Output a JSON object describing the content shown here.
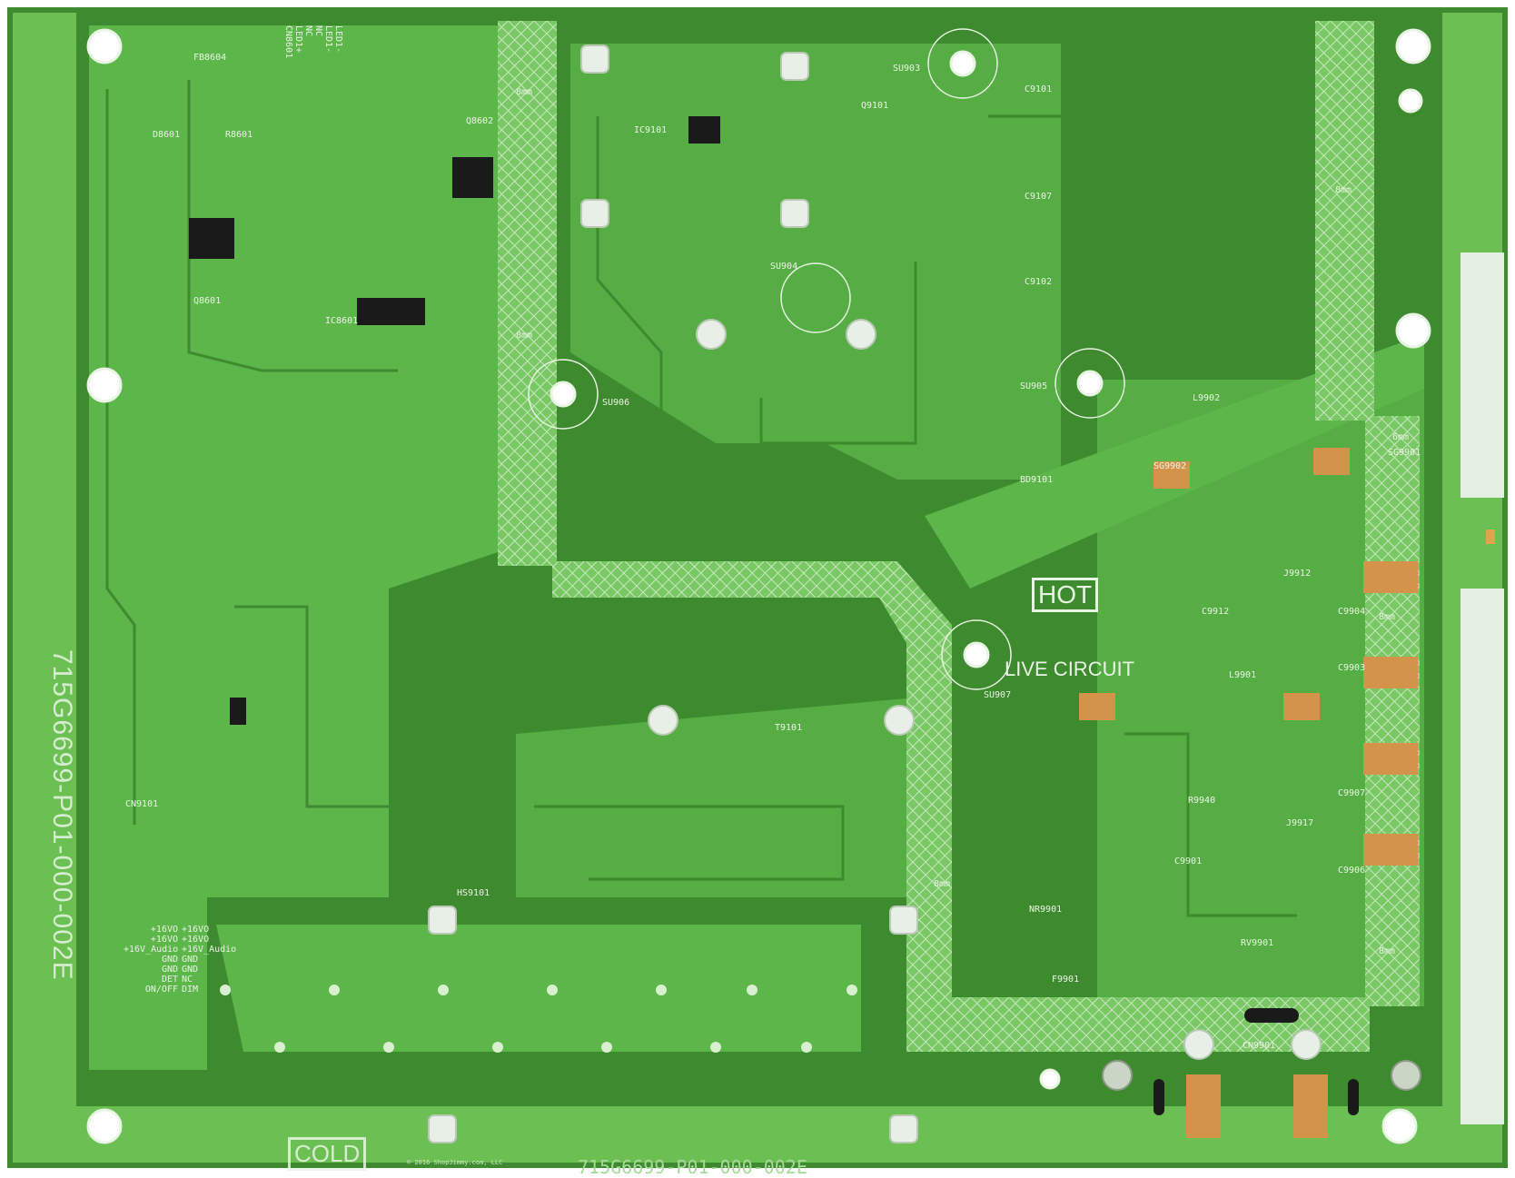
{
  "board": {
    "part_number": "715G6699-P01-000-002E",
    "part_number_bottom": "715G6699-P01-000-002E",
    "hot_label": "HOT",
    "live_circuit_label": "LIVE CIRCUIT",
    "cold_label": "COLD",
    "copyright": "© 2016 ShopJimmy.com, LLC",
    "clearance_label": "8mm",
    "clearance_label_6": "6mm",
    "connector_left": [
      "+16VO",
      "+16VO",
      "+16V_Audio",
      "GND",
      "GND",
      "DET",
      "ON/OFF"
    ],
    "connector_right": [
      "+16VO",
      "+16VO",
      "+16V_Audio",
      "GND",
      "GND",
      "NC",
      "DIM"
    ],
    "led_pins": [
      "LED1-",
      "LED1-",
      "NC",
      "NC",
      "LED1+",
      "CN8601"
    ],
    "designators": [
      {
        "t": "FB8604"
      },
      {
        "t": "D8601"
      },
      {
        "t": "R8601"
      },
      {
        "t": "Q8601"
      },
      {
        "t": "IC8601"
      },
      {
        "t": "Q8602"
      },
      {
        "t": "SU903"
      },
      {
        "t": "C9101"
      },
      {
        "t": "C9107"
      },
      {
        "t": "C9102"
      },
      {
        "t": "Q9101"
      },
      {
        "t": "IC9101"
      },
      {
        "t": "SU904"
      },
      {
        "t": "SU905"
      },
      {
        "t": "SU906"
      },
      {
        "t": "SU907"
      },
      {
        "t": "L9902"
      },
      {
        "t": "L9901"
      },
      {
        "t": "BD9101"
      },
      {
        "t": "T9101"
      },
      {
        "t": "C9912"
      },
      {
        "t": "C9904"
      },
      {
        "t": "C9903"
      },
      {
        "t": "C9907"
      },
      {
        "t": "C9906"
      },
      {
        "t": "CN9101"
      },
      {
        "t": "CN9901"
      },
      {
        "t": "F9901"
      },
      {
        "t": "NR9901"
      },
      {
        "t": "RV9901"
      },
      {
        "t": "R9940"
      },
      {
        "t": "C9901"
      },
      {
        "t": "J9912"
      },
      {
        "t": "J9917"
      },
      {
        "t": "HS9101"
      },
      {
        "t": "SG9901"
      },
      {
        "t": "SG9902"
      }
    ]
  }
}
